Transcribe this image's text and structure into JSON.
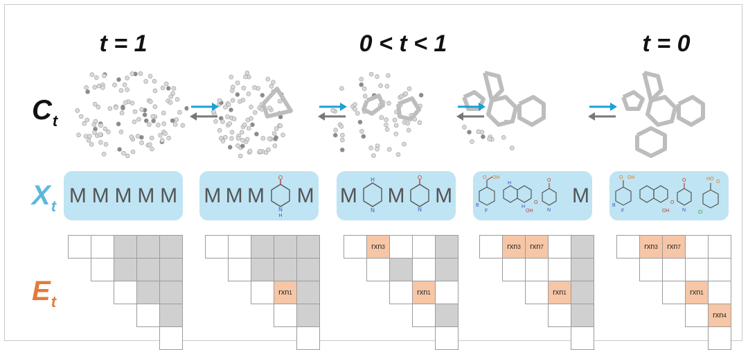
{
  "time_labels": [
    "t = 1",
    "0 < t < 1",
    "t = 0"
  ],
  "row_labels": {
    "coords": {
      "main": "C",
      "sub": "t"
    },
    "types": {
      "main": "X",
      "sub": "t"
    },
    "edges": {
      "main": "E",
      "sub": "t"
    }
  },
  "colors": {
    "coords": "#111111",
    "types": "#5bb8dd",
    "edges": "#e57a38",
    "box": "#bfe4f3",
    "arrow_fwd": "#1aa0d8",
    "arrow_back": "#777777"
  },
  "sequences": [
    [
      "M",
      "M",
      "M",
      "M",
      "M"
    ],
    [
      "M",
      "M",
      "M",
      "piperidinone",
      "M"
    ],
    [
      "M",
      "piperazine",
      "M",
      "piperidinone",
      "M"
    ],
    [
      "benzoic-acid",
      "bicyclic-fragment",
      "piperidinone",
      "M"
    ],
    [
      "benzoic-acid",
      "bicyclic-fragment",
      "piperidinone",
      "chlorophenyl-benzoic-acid"
    ]
  ],
  "fragment_text": {
    "nh": "H",
    "n": "N",
    "o": "O",
    "oh": "OH",
    "b": "B",
    "f": "F",
    "cl": "Cl"
  },
  "matrix_labels": [
    [],
    [
      "rxn1"
    ],
    [
      "rxn3",
      "rxn1"
    ],
    [
      "rxn3",
      "rxn7",
      "rxn1"
    ],
    [
      "rxn3",
      "rxn7",
      "rxn1",
      "rxn4"
    ]
  ],
  "rxn": {
    "rxn1": {
      "base": "rxn",
      "sub": "1"
    },
    "rxn3": {
      "base": "rxn",
      "sub": "3"
    },
    "rxn4": {
      "base": "rxn",
      "sub": "4"
    },
    "rxn7": {
      "base": "rxn",
      "sub": "7"
    }
  }
}
